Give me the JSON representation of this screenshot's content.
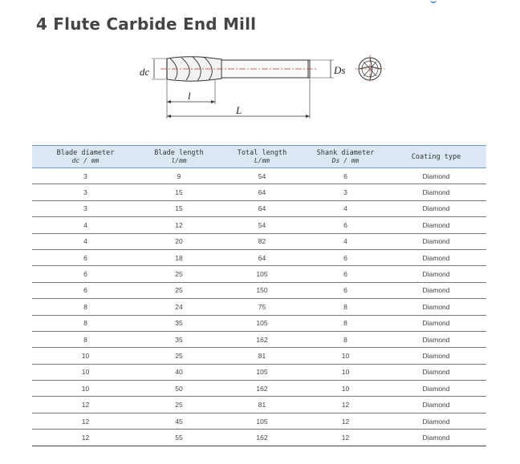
{
  "page": {
    "title": "4 Flute Carbide End Mill"
  },
  "diagram": {
    "label_dc": "dc",
    "label_l": "l",
    "label_L": "L",
    "label_Ds": "Ds"
  },
  "table": {
    "headers": [
      {
        "label": "Blade diameter",
        "sub": "dc / mm"
      },
      {
        "label": "Blade length",
        "sub": "l/mm"
      },
      {
        "label": "Total length",
        "sub": "L/mm"
      },
      {
        "label": "Shank diameter",
        "sub": "Ds / mm"
      },
      {
        "label": "Coating type",
        "sub": ""
      }
    ],
    "rows": [
      [
        "3",
        "9",
        "54",
        "6",
        "Diamond"
      ],
      [
        "3",
        "15",
        "64",
        "3",
        "Diamond"
      ],
      [
        "3",
        "15",
        "64",
        "4",
        "Diamond"
      ],
      [
        "4",
        "12",
        "54",
        "6",
        "Diamond"
      ],
      [
        "4",
        "20",
        "82",
        "4",
        "Diamond"
      ],
      [
        "6",
        "18",
        "64",
        "6",
        "Diamond"
      ],
      [
        "6",
        "25",
        "105",
        "6",
        "Diamond"
      ],
      [
        "6",
        "25",
        "150",
        "6",
        "Diamond"
      ],
      [
        "8",
        "24",
        "75",
        "8",
        "Diamond"
      ],
      [
        "8",
        "35",
        "105",
        "8",
        "Diamond"
      ],
      [
        "8",
        "35",
        "162",
        "8",
        "Diamond"
      ],
      [
        "10",
        "25",
        "81",
        "10",
        "Diamond"
      ],
      [
        "10",
        "40",
        "105",
        "10",
        "Diamond"
      ],
      [
        "10",
        "50",
        "162",
        "10",
        "Diamond"
      ],
      [
        "12",
        "25",
        "81",
        "12",
        "Diamond"
      ],
      [
        "12",
        "45",
        "105",
        "12",
        "Diamond"
      ],
      [
        "12",
        "55",
        "162",
        "12",
        "Diamond"
      ]
    ]
  }
}
